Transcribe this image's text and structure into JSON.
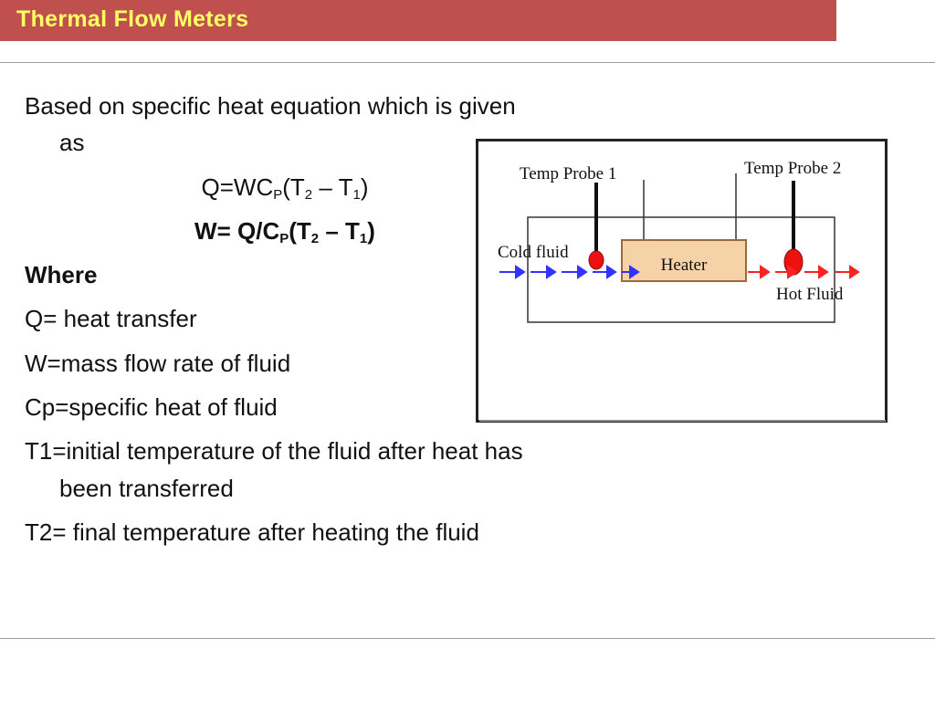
{
  "header": {
    "title": "Thermal Flow Meters"
  },
  "content": {
    "intro": "Based on specific heat equation which is given as",
    "eq1": {
      "a": "Q=WC",
      "sub1": "P",
      "b": "(T",
      "sub2": "2",
      "c": " – T",
      "sub3": "1",
      "d": ")"
    },
    "eq2": {
      "a": "W= Q/C",
      "sub1": "P",
      "b": "(T",
      "sub2": "2",
      "c": " – T",
      "sub3": "1",
      "d": ")"
    },
    "where": "Where",
    "defs": [
      "Q= heat transfer",
      "W=mass flow rate of fluid",
      "Cp=specific heat of fluid",
      "T1=initial temperature of the fluid after heat has been transferred",
      "T2= final temperature after heating the fluid"
    ]
  },
  "diagram": {
    "probe1_label": "Temp Probe 1",
    "probe2_label": "Temp Probe 2",
    "cold_label": "Cold fluid",
    "hot_label": "Hot Fluid",
    "heater_label": "Heater",
    "colors": {
      "cold_arrow": "#3333ff",
      "hot_arrow": "#ff2222",
      "probe_bulb": "#ee1111",
      "heater_fill": "#f6d2a8",
      "heater_border": "#9a6a3a"
    }
  }
}
